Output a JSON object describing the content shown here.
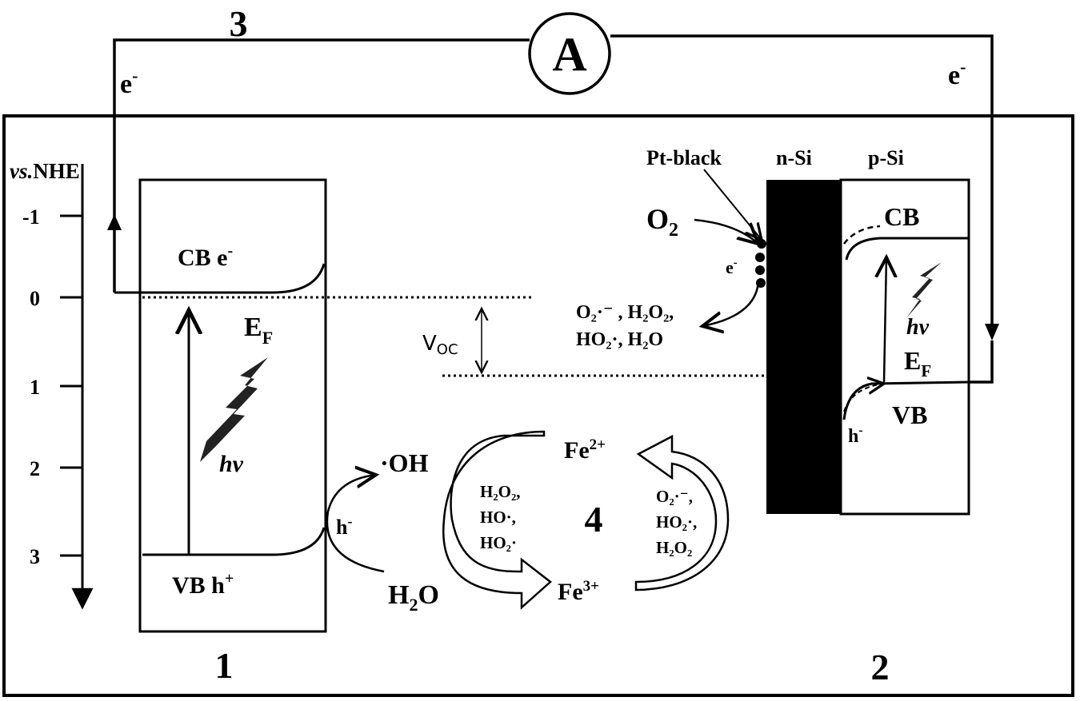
{
  "labels": {
    "circuit_number": "3",
    "ammeter": "A",
    "electron_left": "e",
    "electron_right": "e",
    "superscript_minus": "-",
    "superscript_plus": "+",
    "axis_title_italic": "vs.",
    "axis_title_ref": "NHE",
    "ticks": [
      "-1",
      "0",
      "1",
      "2",
      "3"
    ],
    "left_panel": {
      "cb": "CB e",
      "ef": "E",
      "ef_sub": "F",
      "hv": "hν",
      "vb": "VB h",
      "hole": "h",
      "oh": "·OH",
      "water": "H",
      "water_sub": "2",
      "water_end": "O",
      "number": "1"
    },
    "voc": "V",
    "voc_sub": "OC",
    "right_panel": {
      "pt_black": "Pt-black",
      "n_si": "n-Si",
      "p_si": "p-Si",
      "o2": "O",
      "o2_sub": "2",
      "electron": "e",
      "products_line1": "O₂·⁻ , H₂O₂,",
      "products_line2": "HO₂·, H₂O",
      "cb": "CB",
      "hv": "hν",
      "ef": "E",
      "ef_sub": "F",
      "vb": "VB",
      "hole": "h",
      "number": "2"
    },
    "cycle": {
      "fe2": "Fe",
      "fe2_sup": "2+",
      "fe3": "Fe",
      "fe3_sup": "3+",
      "left_species": [
        "H₂O₂,",
        "HO·,",
        "HO₂·"
      ],
      "right_species": [
        "O₂·⁻,",
        "HO₂·,",
        "H₂O₂"
      ],
      "number": "4"
    }
  }
}
